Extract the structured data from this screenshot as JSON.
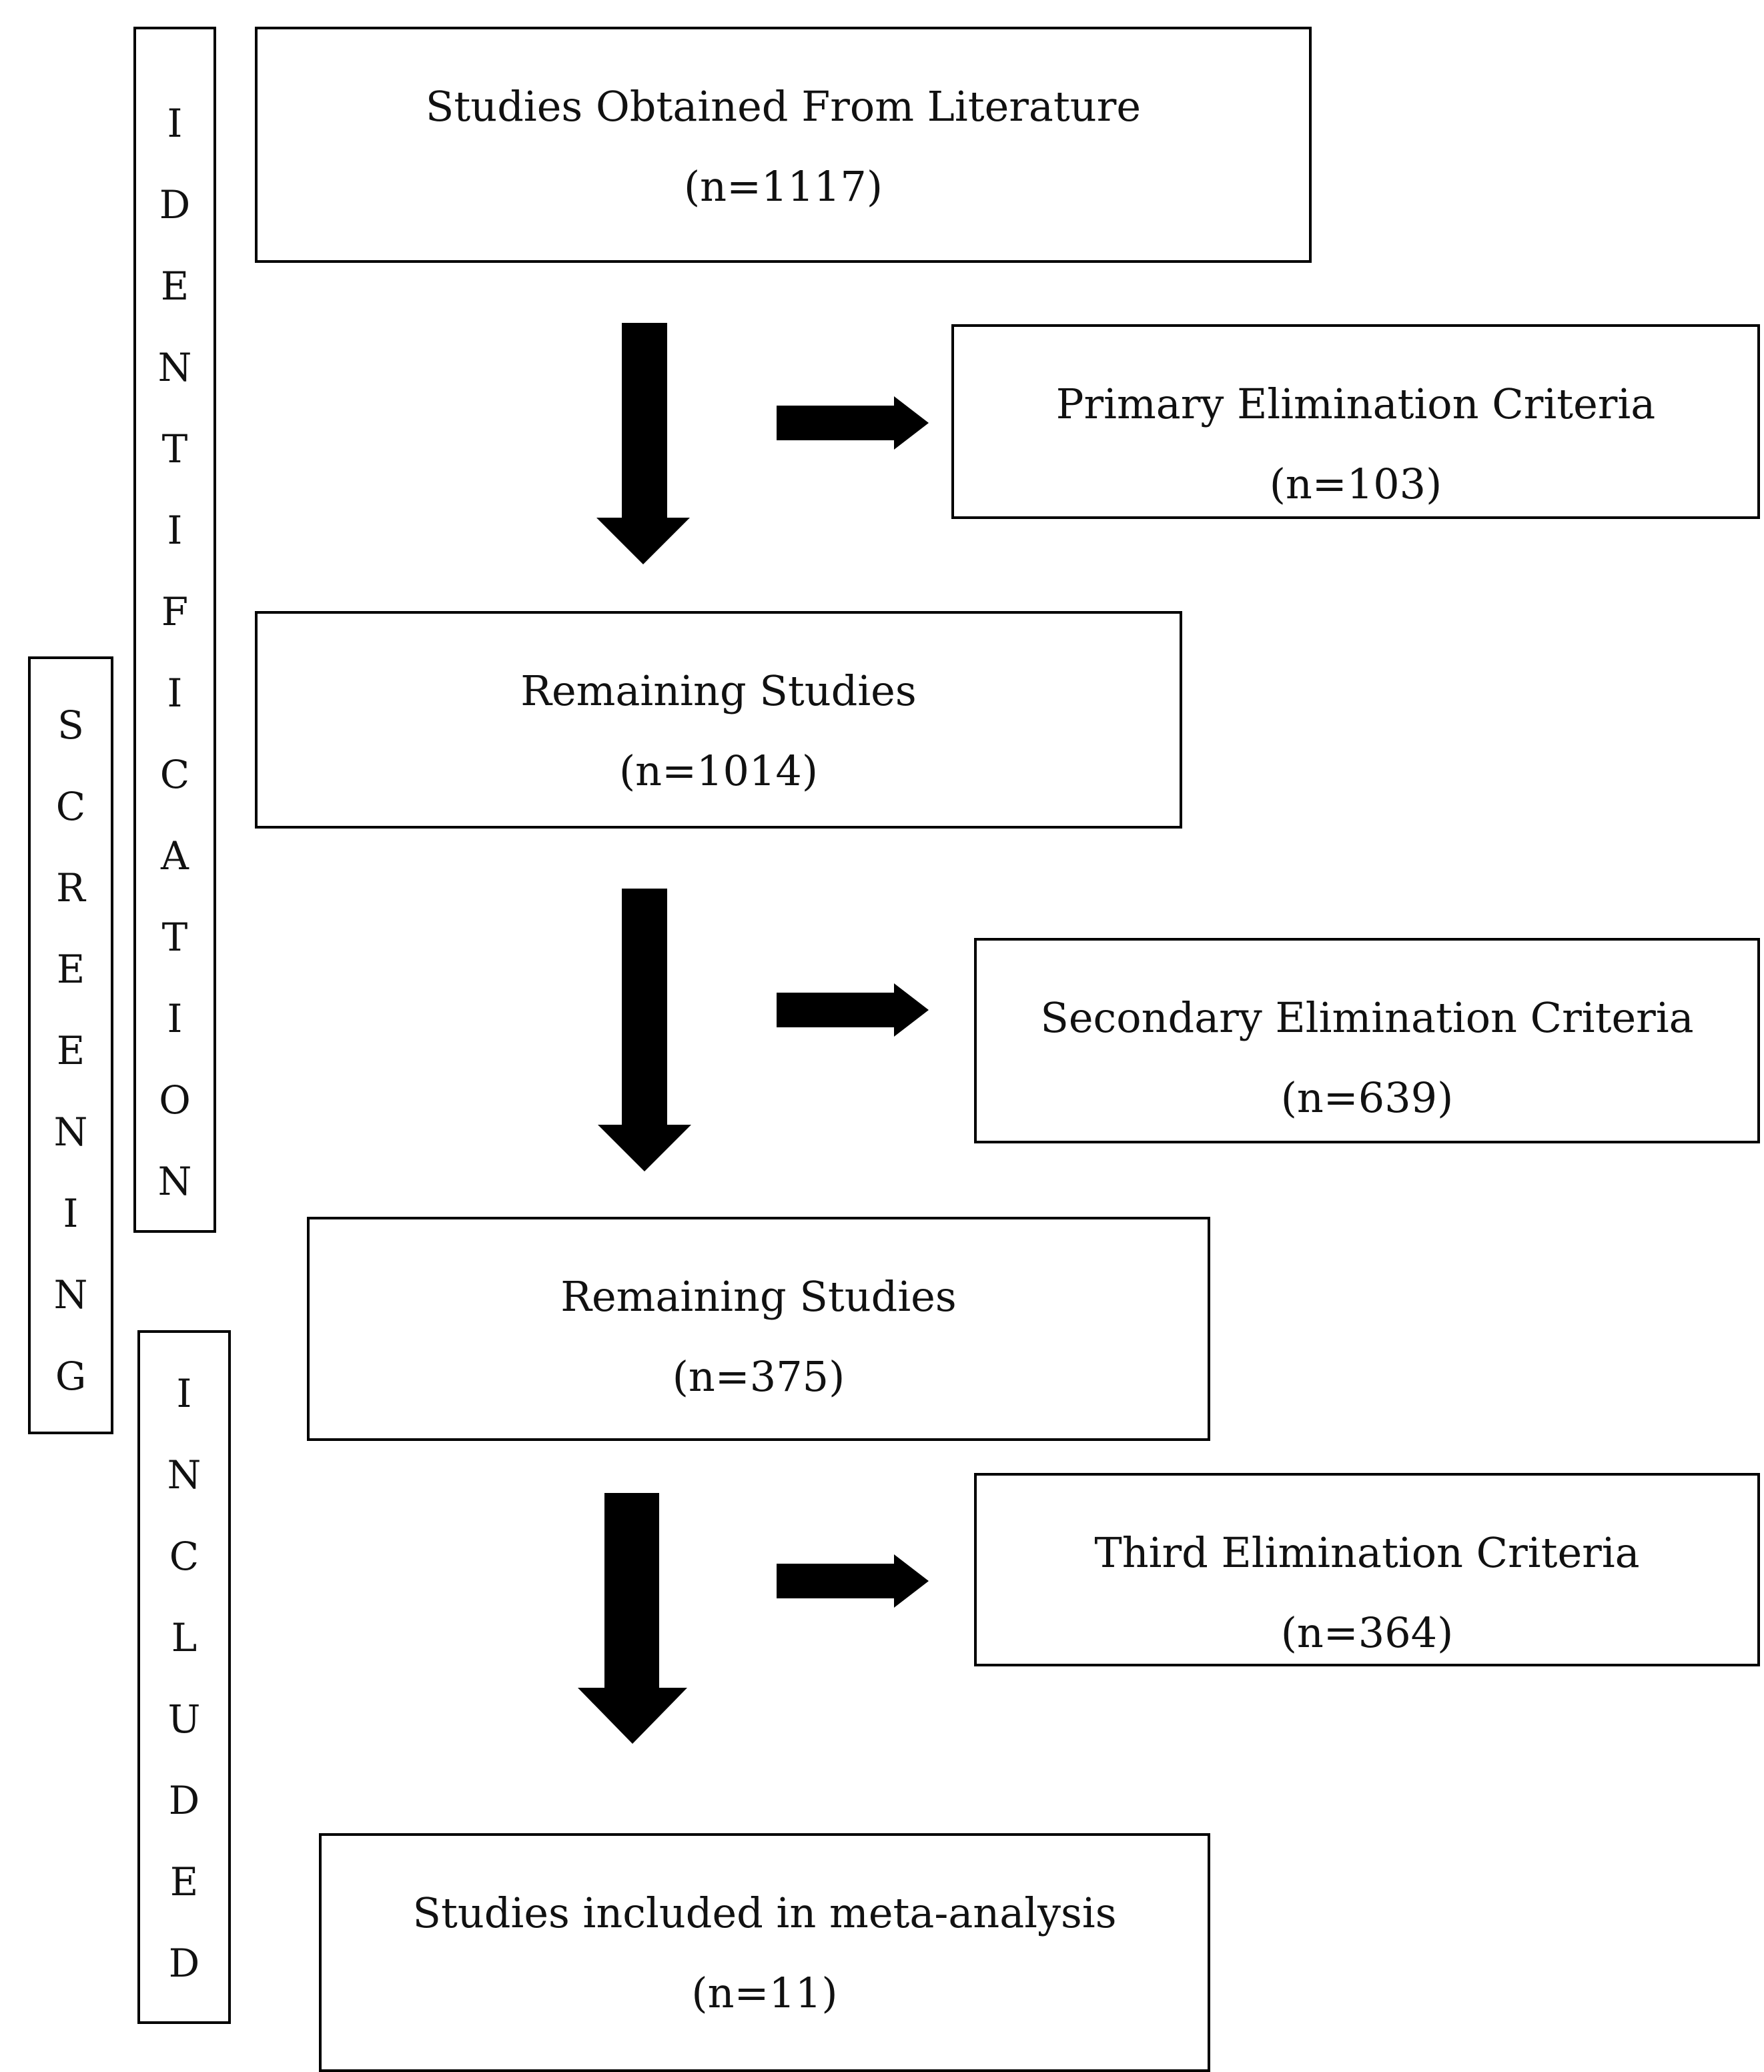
{
  "stages": {
    "identification": "IDENTIFICATION",
    "screening": "SCREENING",
    "included": "INCLUDED"
  },
  "boxes": {
    "literature": {
      "title": "Studies Obtained From Literature",
      "count": "(n=1117)"
    },
    "primary": {
      "title": "Primary Elimination Criteria",
      "count": "(n=103)"
    },
    "remaining1": {
      "title": "Remaining Studies",
      "count": "(n=1014)"
    },
    "secondary": {
      "title": "Secondary Elimination Criteria",
      "count": "(n=639)"
    },
    "remaining2": {
      "title": "Remaining Studies",
      "count": "(n=375)"
    },
    "third": {
      "title": "Third Elimination Criteria",
      "count": "(n=364)"
    },
    "included": {
      "title": "Studies included in meta-analysis",
      "count": "(n=11)"
    }
  },
  "colors": {
    "stroke": "#000000",
    "arrow": "#000000",
    "background": "#ffffff"
  }
}
